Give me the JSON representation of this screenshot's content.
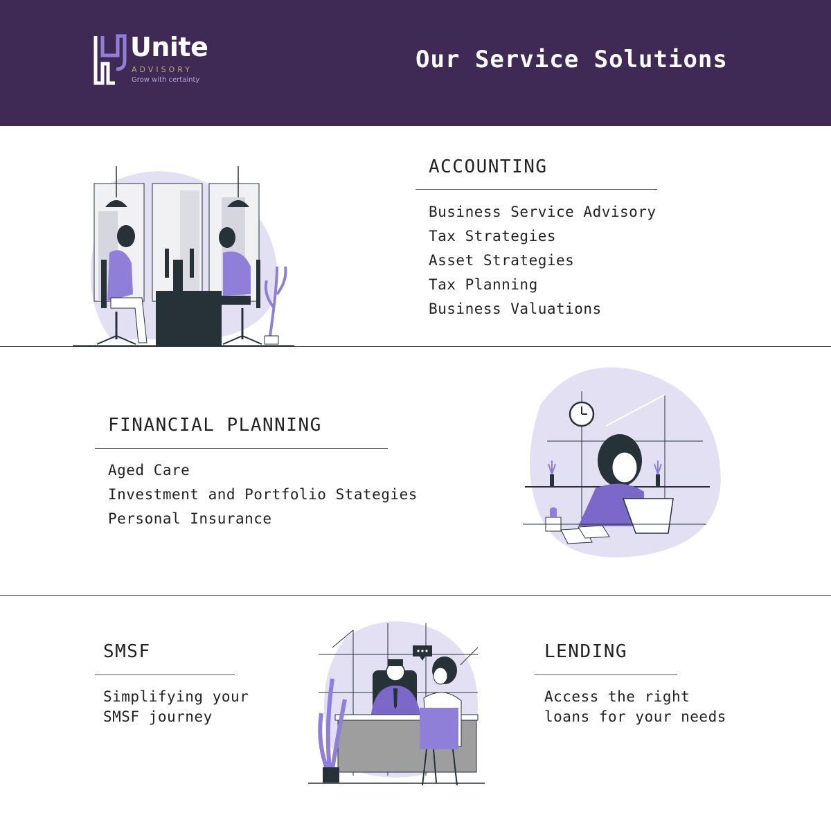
{
  "header": {
    "brand": "Unite",
    "brand_sub": "ADVISORY",
    "tagline": "Grow with certainty",
    "title": "Our Service Solutions"
  },
  "accounting": {
    "title": "ACCOUNTING",
    "items": [
      "Business Service Advisory",
      "Tax Strategies",
      "Asset Strategies",
      "Tax Planning",
      "Business Valuations"
    ]
  },
  "financial_planning": {
    "title": "FINANCIAL PLANNING",
    "items": [
      "Aged Care",
      "Investment and Portfolio Stategies",
      "Personal Insurance"
    ]
  },
  "smsf": {
    "title": "SMSF",
    "lines": [
      "Simplifying your",
      "SMSF journey"
    ]
  },
  "lending": {
    "title": "LENDING",
    "lines": [
      "Access the right",
      "loans for your needs"
    ]
  },
  "colors": {
    "header_bg": "#3f2a55",
    "accent_purple": "#7b68c8",
    "blob_lavender": "#e3e0f3",
    "dark": "#263238"
  }
}
